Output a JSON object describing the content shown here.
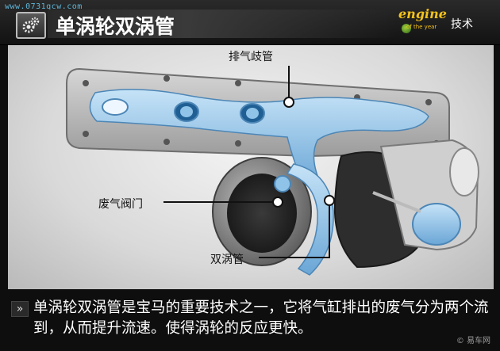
{
  "header": {
    "watermark": "www.0731qcw.com",
    "title": "单涡轮双涡管",
    "logo_word": "engine",
    "logo_sub": "of the year",
    "tag": "技术"
  },
  "callouts": {
    "exhaust_manifold": "排气歧管",
    "wastegate": "废气阀门",
    "twin_scroll": "双涡管"
  },
  "caption": {
    "text": "单涡轮双涡管是宝马的重要技术之一，它将气缸排出的废气分为两个流到，从而提升流速。使得涡轮的反应更快。",
    "credit": "© 易车网"
  },
  "colors": {
    "accent_gold": "#f4c21a",
    "duct_blue": "#8fc3e8",
    "metal_grey": "#8a8a8a"
  }
}
